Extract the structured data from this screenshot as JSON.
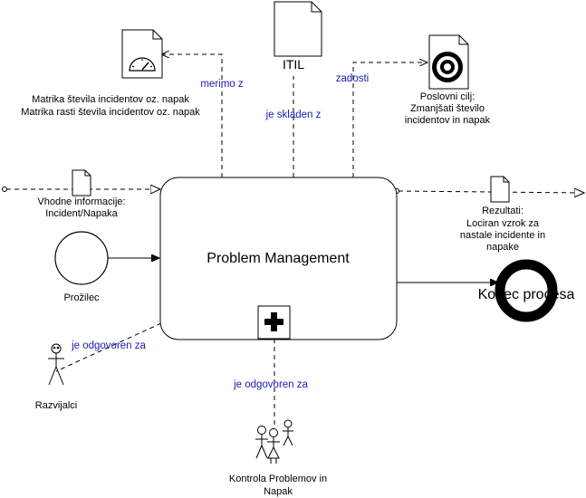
{
  "process": {
    "name": "Problem Management"
  },
  "artifacts": {
    "metrics_doc": {
      "icon": "gauge-document-icon",
      "lines": [
        "Matrika števila incidentov oz. napak",
        "Matrika rasti števila incidentov oz. napak"
      ]
    },
    "itil_doc": {
      "icon": "document-icon",
      "label": "ITIL"
    },
    "goal_doc": {
      "icon": "target-document-icon",
      "lines": [
        "Poslovni cilj:",
        "Zmanjšati število",
        "incidentov in napak"
      ]
    },
    "input_doc": {
      "icon": "document-icon",
      "lines": [
        "Vhodne informacije:",
        "Incident/Napaka"
      ]
    },
    "result_doc": {
      "icon": "document-icon",
      "lines": [
        "Rezultati:",
        "Lociran vzrok za",
        "nastale incidente in",
        "napake"
      ]
    }
  },
  "events": {
    "start": {
      "label": "Prožilec"
    },
    "end": {
      "label": "Konec procesa"
    }
  },
  "actors": {
    "developers": {
      "icon": "stick-figure-icon",
      "label": "Razvijalci"
    },
    "control_team": {
      "icon": "group-figures-icon",
      "lines": [
        "Kontrola Problemov in",
        "Napak"
      ]
    }
  },
  "relations": {
    "measure": "merimo z",
    "aligned": "je skladen z",
    "satisfy": "zadosti",
    "responsible_left": "je odgovoren za",
    "responsible_bottom": "je odgovoren za"
  },
  "colors": {
    "relation_text": "#1a1ab5",
    "line": "#000000"
  }
}
